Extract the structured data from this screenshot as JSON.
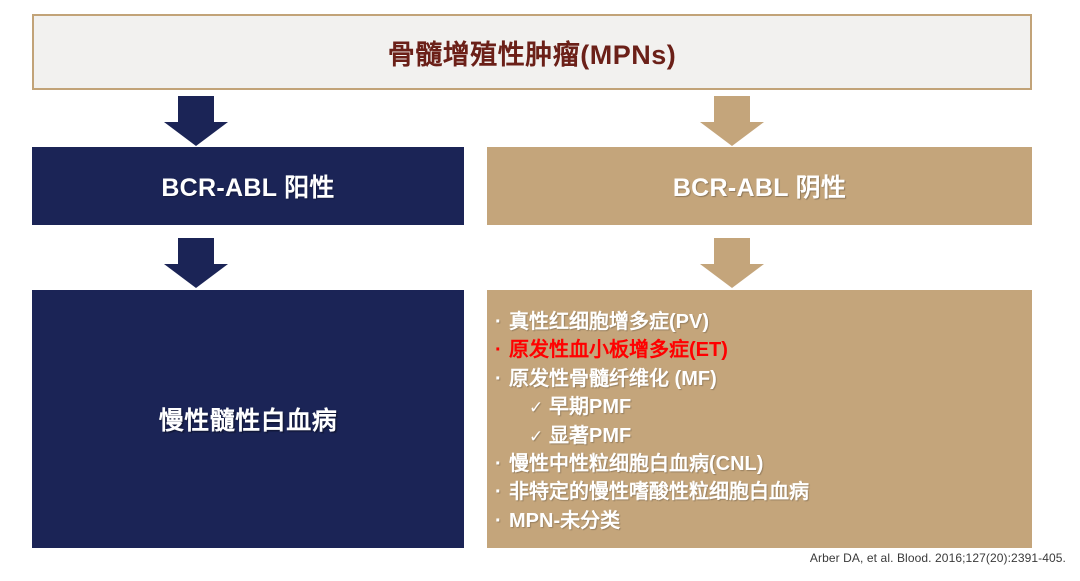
{
  "root": {
    "title": "骨髓增殖性肿瘤(MPNs)"
  },
  "branches": {
    "positive_label": "BCR-ABL 阳性",
    "negative_label": "BCR-ABL 阴性"
  },
  "outcomes": {
    "cml_label": "慢性髓性白血病",
    "mpn_list": [
      {
        "text": "真性红细胞增多症(PV)",
        "marker": "·",
        "level": 0,
        "highlight": false
      },
      {
        "text": "原发性血小板增多症(ET)",
        "marker": "·",
        "level": 0,
        "highlight": true
      },
      {
        "text": "原发性骨髓纤维化 (MF)",
        "marker": "·",
        "level": 0,
        "highlight": false
      },
      {
        "text": "早期PMF",
        "marker": "✓",
        "level": 1,
        "highlight": false
      },
      {
        "text": "显著PMF",
        "marker": "✓",
        "level": 1,
        "highlight": false
      },
      {
        "text": "慢性中性粒细胞白血病(CNL)",
        "marker": "·",
        "level": 0,
        "highlight": false
      },
      {
        "text": "非特定的慢性嗜酸性粒细胞白血病",
        "marker": "·",
        "level": 0,
        "highlight": false
      },
      {
        "text": "MPN-未分类",
        "marker": "·",
        "level": 0,
        "highlight": false
      }
    ]
  },
  "citation": "Arber DA, et al. Blood. 2016;127(20):2391-405.",
  "colors": {
    "navy": "#1b2456",
    "tan": "#c4a57b",
    "header_bg": "#f2f1ef",
    "header_border": "#c2a378",
    "title_text": "#6b2018",
    "highlight_red": "#ff0000"
  }
}
